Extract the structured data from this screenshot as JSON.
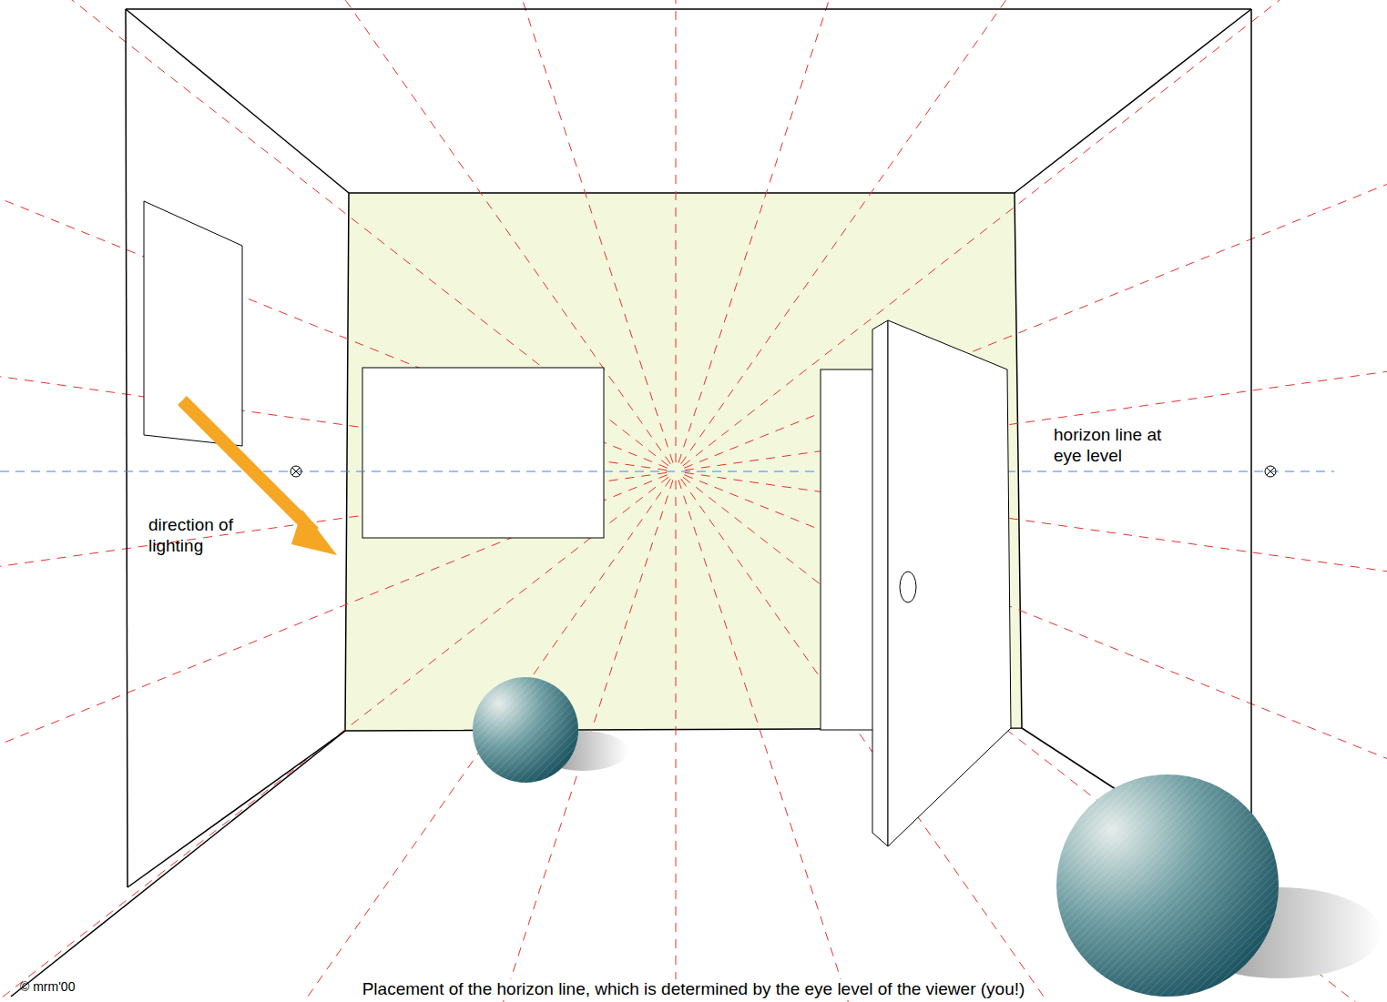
{
  "diagram": {
    "caption": "Placement of the horizon line, which is determined by the eye level of the viewer (you!)",
    "labels": [
      "direction of lighting",
      "horizon line at eye level",
      "© mrm'00"
    ]
  }
}
